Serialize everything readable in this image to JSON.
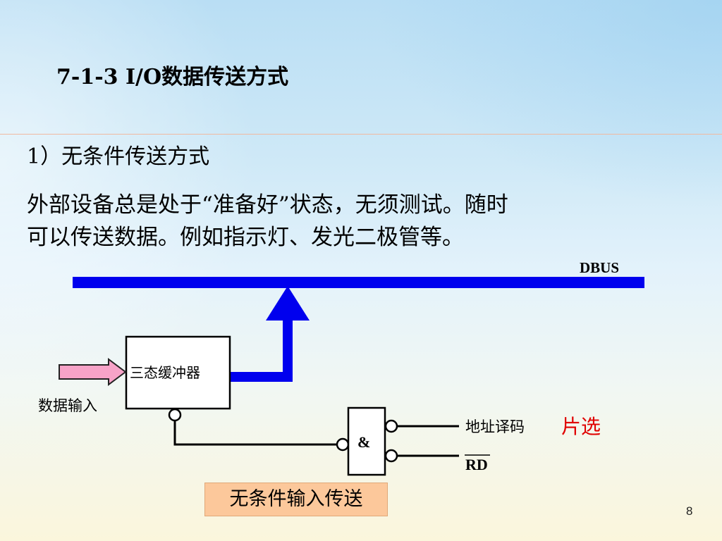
{
  "slide": {
    "title": "7-1-3  I/O数据传送方式",
    "subtitle": "1）无条件传送方式",
    "paragraph_lines": [
      "外部设备总是处于“准备好”状态，无须测试。随时",
      "可以传送数据。例如指示灯、发光二极管等。"
    ],
    "page_number": "8"
  },
  "diagram": {
    "bus_label": "DBUS",
    "buffer_label": "三态缓冲器",
    "data_input_label": "数据输入",
    "gate_symbol": "&",
    "address_decode_label": "地址译码",
    "chip_select_label": "片选",
    "read_signal_label": "RD",
    "caption": "无条件输入传送",
    "colors": {
      "bus": "#0000ee",
      "input_arrow": "#f7a3c8",
      "chip_select": "#e00000",
      "caption_bg": "#fcc89b"
    }
  }
}
